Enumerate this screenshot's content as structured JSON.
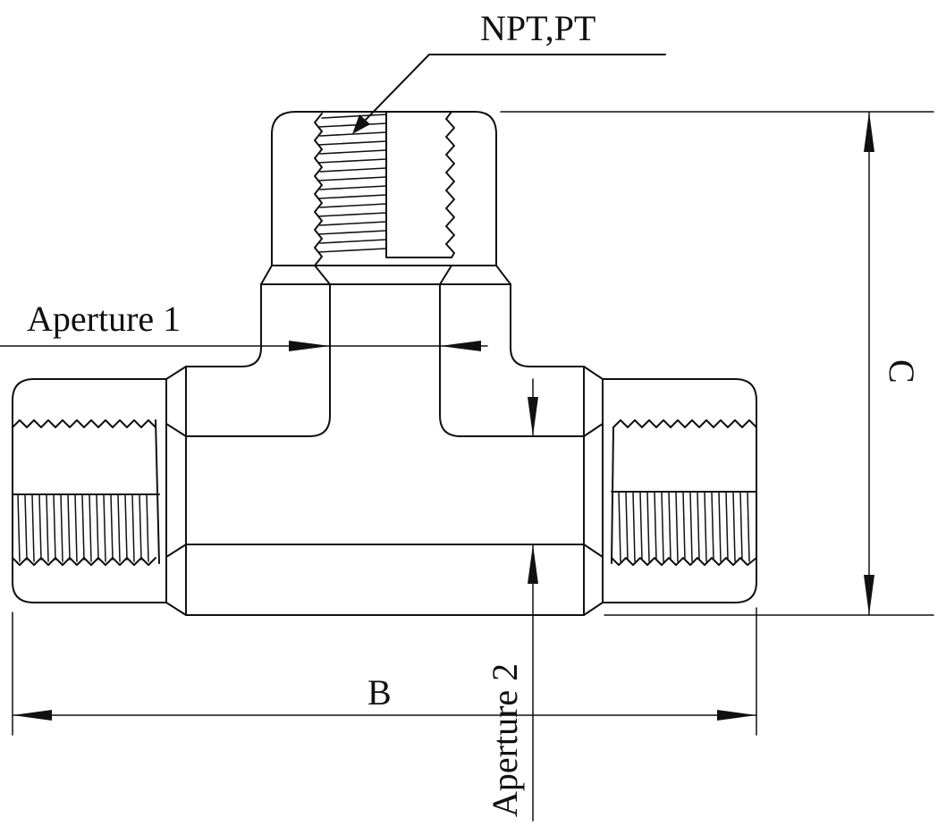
{
  "colors": {
    "line": "#111111",
    "background": "#ffffff"
  },
  "labels": {
    "thread_standard": "NPT,PT",
    "aperture_1": "Aperture 1",
    "aperture_2": "Aperture 2",
    "dimension_b": "B",
    "dimension_c": "C"
  }
}
